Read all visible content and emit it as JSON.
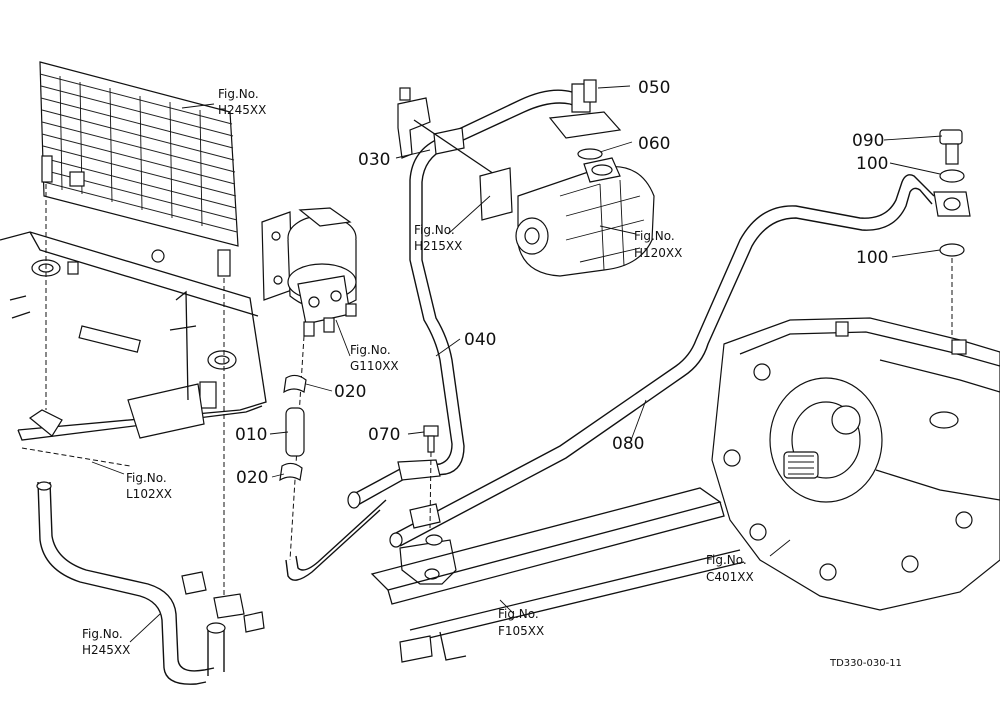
{
  "callouts": {
    "p050": "050",
    "p060": "060",
    "p030": "030",
    "p090": "090",
    "p100a": "100",
    "p100b": "100",
    "p040": "040",
    "p020a": "020",
    "p070": "070",
    "p010": "010",
    "p080": "080",
    "p020b": "020"
  },
  "figure_refs": {
    "h245_top": {
      "line1": "Fig.No.",
      "line2": "H245XX"
    },
    "h215": {
      "line1": "Fig.No.",
      "line2": "H215XX"
    },
    "h120": {
      "line1": "Fig.No.",
      "line2": "H120XX"
    },
    "g110": {
      "line1": "Fig.No.",
      "line2": "G110XX"
    },
    "l102": {
      "line1": "Fig.No.",
      "line2": "L102XX"
    },
    "c401": {
      "line1": "Fig.No.",
      "line2": "C401XX"
    },
    "f105": {
      "line1": "Fig.No.",
      "line2": "F105XX"
    },
    "h245_bottom": {
      "line1": "Fig.No.",
      "line2": "H245XX"
    }
  },
  "drawing_code": "TD330-030-11"
}
